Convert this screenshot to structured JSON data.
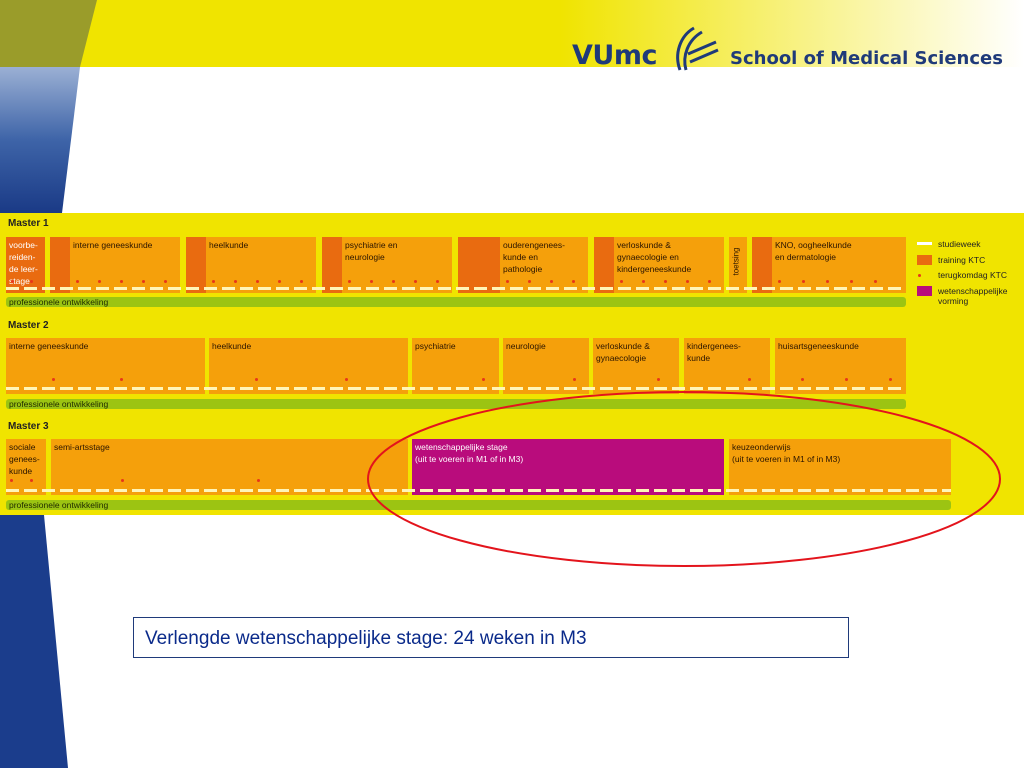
{
  "header": {
    "brand": "VUmc",
    "school": "School of Medical Sciences"
  },
  "colors": {
    "schedule_bg": "#f0e400",
    "block": "#f5a00b",
    "training": "#e96b10",
    "research": "#b90c7c",
    "pro_bar": "#9cc412",
    "brand": "#1f3a7a",
    "highlight": "#e3141c"
  },
  "master1": {
    "label": "Master 1",
    "blocks": [
      "voorbe-\nreiden-\nde leer-\nstage",
      "interne geneeskunde",
      "heelkunde",
      "psychiatrie en\nneurologie",
      "ouderengenees-\nkunde en\npathologie",
      "verloskunde &\ngynaecologie en\nkindergeneeskunde",
      "KNO, oogheelkunde\nen dermatologie"
    ],
    "toetsing": "toetsing",
    "pro": "professionele ontwikkeling"
  },
  "master2": {
    "label": "Master 2",
    "blocks": [
      "interne geneeskunde",
      "heelkunde",
      "psychiatrie",
      "neurologie",
      "verloskunde &\ngynaecologie",
      "kindergenees-\nkunde",
      "huisartsgeneeskunde"
    ],
    "pro": "professionele ontwikkeling"
  },
  "master3": {
    "label": "Master 3",
    "blocks": [
      "sociale\ngenees-\nkunde",
      "semi-artsstage",
      "wetenschappelijke stage\n(uit te voeren in M1 of in M3)",
      "keuzeonderwijs\n(uit te voeren in M1 of in M3)"
    ],
    "pro": "professionele ontwikkeling"
  },
  "legend": [
    {
      "label": "studieweek",
      "icon": "white-bar"
    },
    {
      "label": "training KTC",
      "icon": "orange-square"
    },
    {
      "label": "terugkomdag KTC",
      "icon": "red-dot"
    },
    {
      "label": "wetenschappelijke\nvorming",
      "icon": "magenta-square"
    }
  ],
  "caption": "Verlengde wetenschappelijke stage: 24 weken in M3"
}
